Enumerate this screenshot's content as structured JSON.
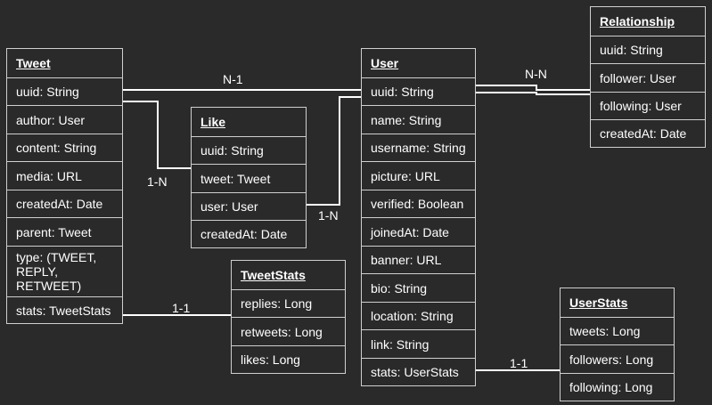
{
  "entities": {
    "tweet": {
      "name": "Tweet",
      "fields": [
        "uuid: String",
        "author: User",
        "content: String",
        "media: URL",
        "createdAt: Date",
        "parent: Tweet",
        "type: (TWEET,\nREPLY,\nRETWEET)",
        "stats: TweetStats"
      ]
    },
    "like": {
      "name": "Like",
      "fields": [
        "uuid: String",
        "tweet: Tweet",
        "user: User",
        "createdAt: Date"
      ]
    },
    "user": {
      "name": "User",
      "fields": [
        "uuid: String",
        "name: String",
        "username: String",
        "picture: URL",
        "verified: Boolean",
        "joinedAt: Date",
        "banner: URL",
        "bio: String",
        "location: String",
        "link: String",
        "stats: UserStats"
      ]
    },
    "relationship": {
      "name": "Relationship",
      "fields": [
        "uuid: String",
        "follower: User",
        "following: User",
        "createdAt: Date"
      ]
    },
    "tweetstats": {
      "name": "TweetStats",
      "fields": [
        "replies: Long",
        "retweets: Long",
        "likes: Long"
      ]
    },
    "userstats": {
      "name": "UserStats",
      "fields": [
        "tweets: Long",
        "followers: Long",
        "following: Long"
      ]
    }
  },
  "relations": {
    "tweet_user": "N-1",
    "tweet_like": "1-N",
    "like_user": "1-N",
    "user_relationship": "N-N",
    "tweet_tweetstats": "1-1",
    "user_userstats": "1-1"
  }
}
